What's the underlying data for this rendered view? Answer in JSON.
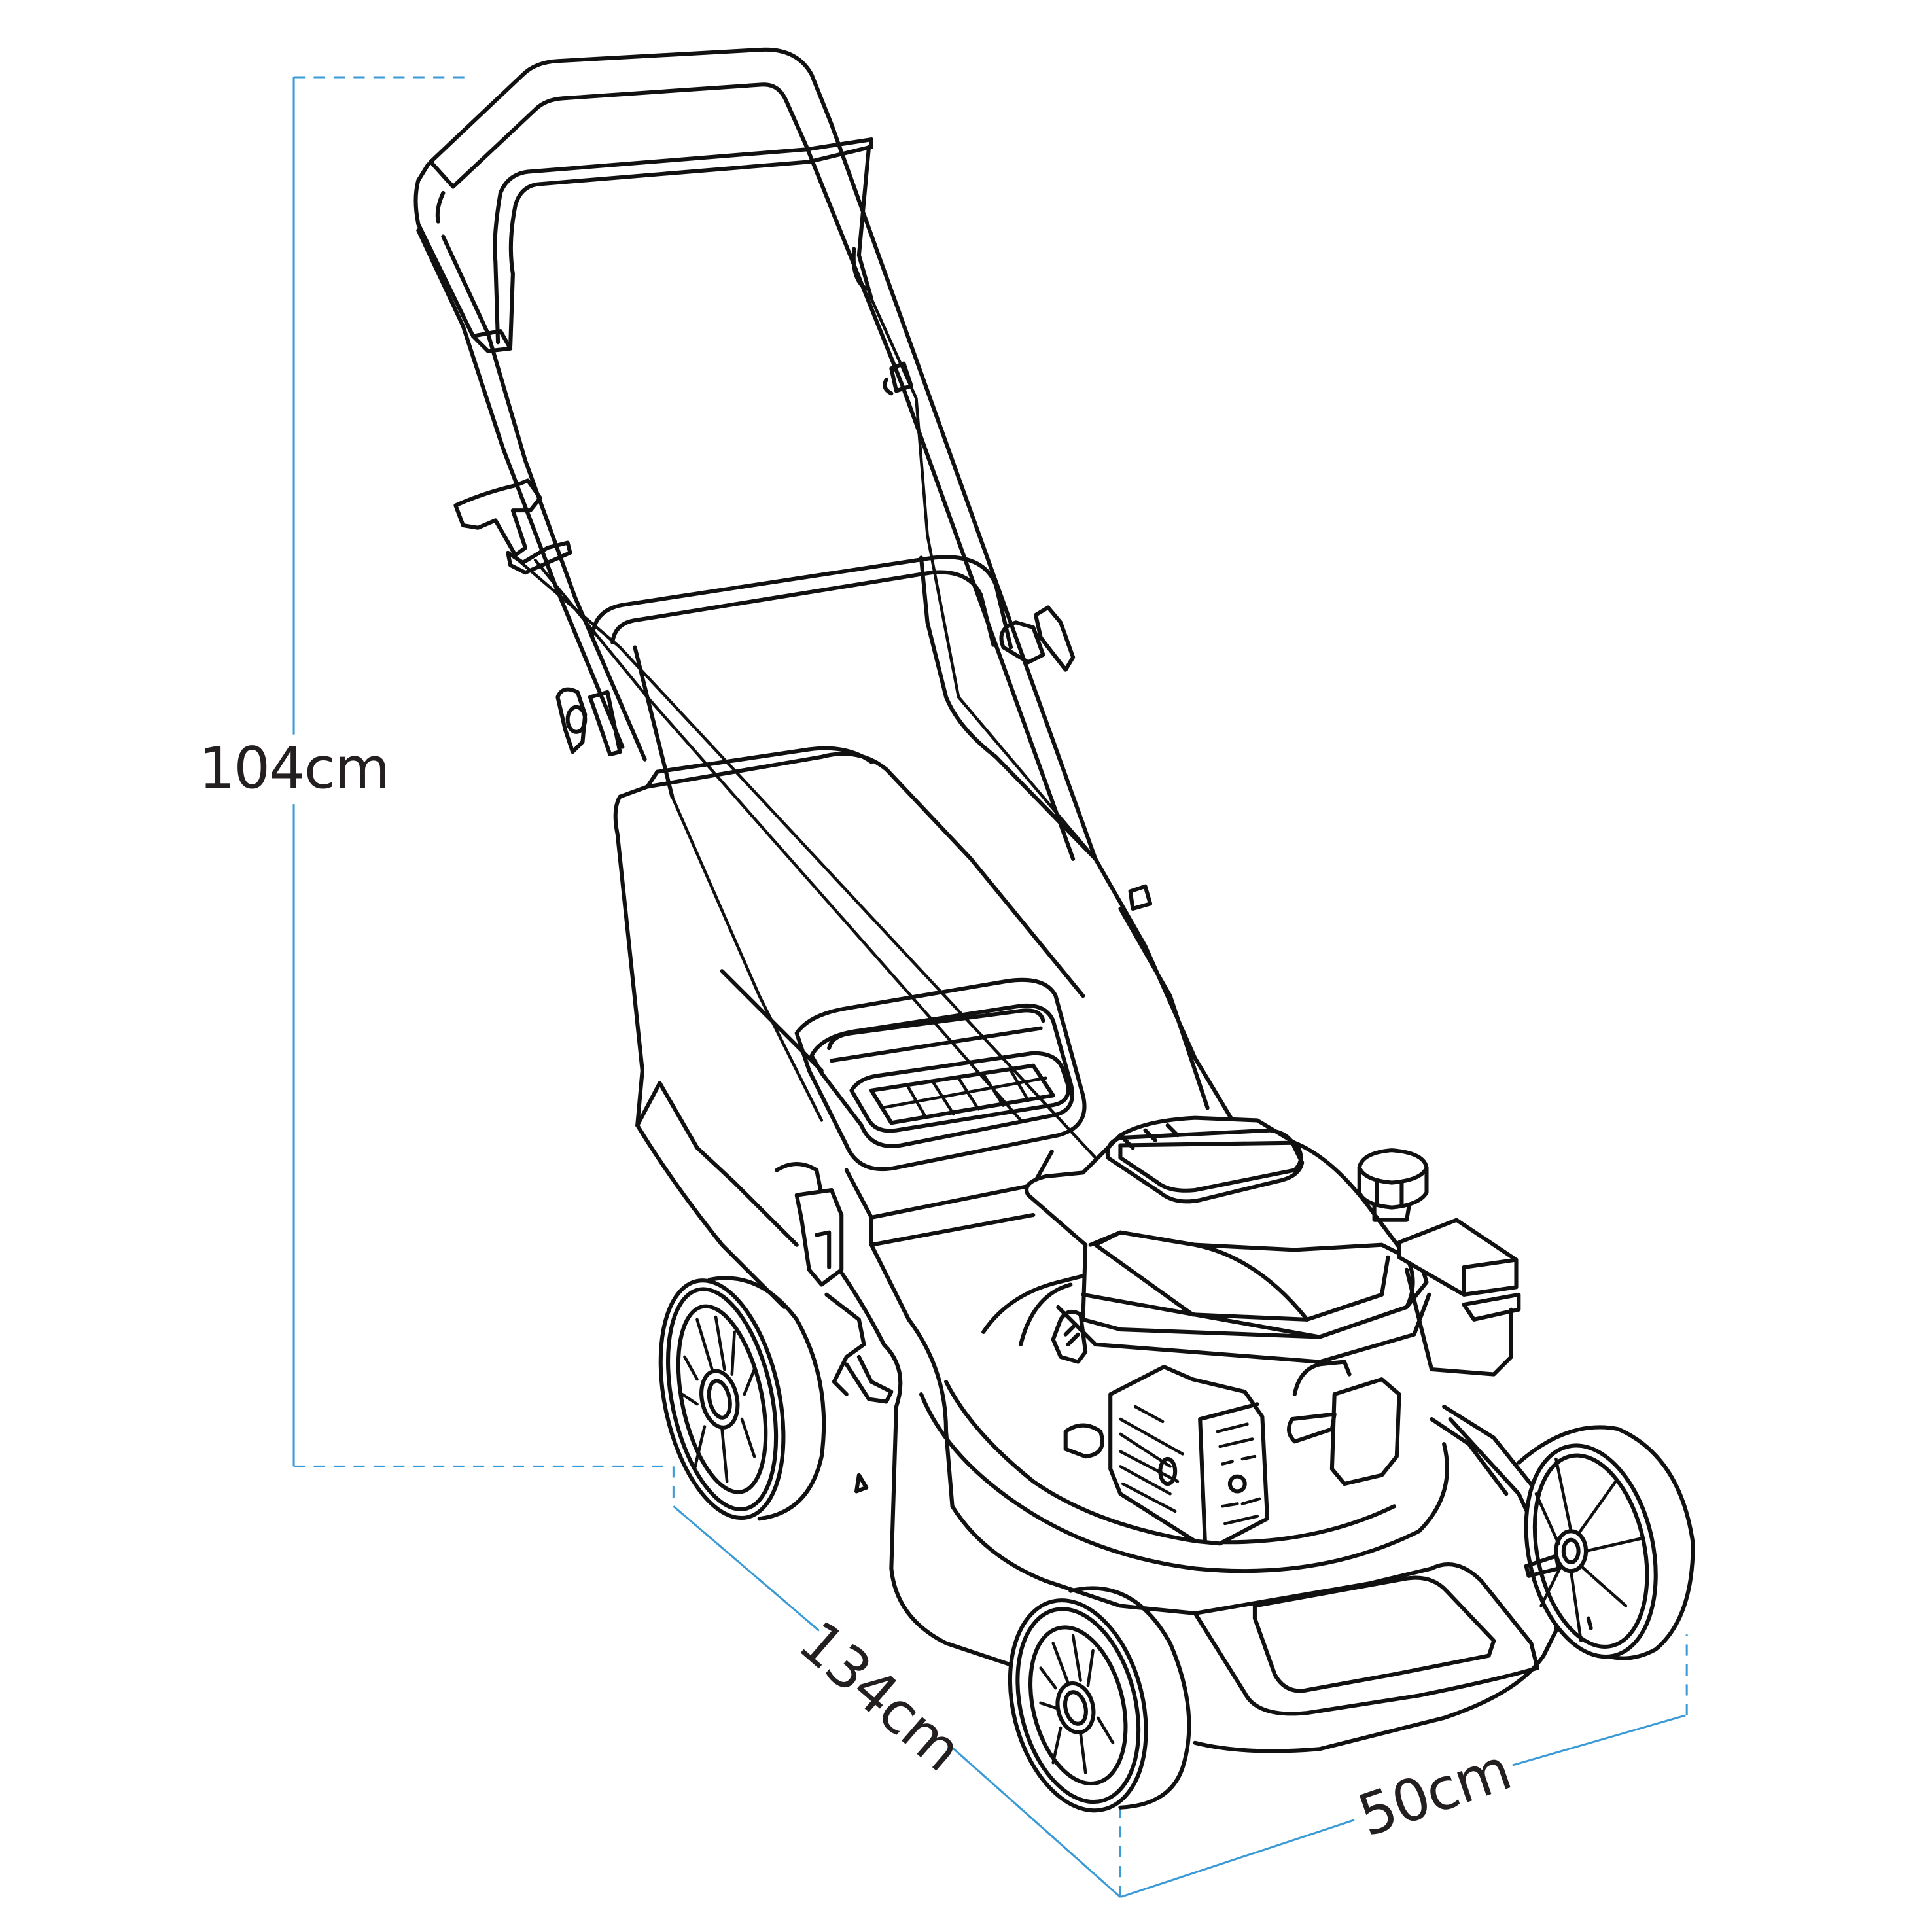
{
  "figure": {
    "subject": "Petrol self-propelled lawn mower with grass collection bag",
    "style": "black line-art illustration with blue dimension lines",
    "colors": {
      "line_art": "#111111",
      "dimension_lines": "#3a9ad6",
      "label_text": "#231f20",
      "background": "#ffffff"
    }
  },
  "dimensions": {
    "height": {
      "label": "104cm",
      "value": 104,
      "unit": "cm",
      "axis": "vertical"
    },
    "length": {
      "label": "134cm",
      "value": 134,
      "unit": "cm",
      "axis": "depth"
    },
    "width": {
      "label": "50cm",
      "value": 50,
      "unit": "cm",
      "axis": "width"
    }
  },
  "parts": [
    "handle-bar",
    "control-bail",
    "lower-handle-frame",
    "height-adjust-knobs",
    "grass-collection-bag",
    "bag-vent-grille",
    "engine-cover",
    "fuel-cap",
    "air-filter",
    "recoil-start-housing",
    "spark-plug",
    "mower-deck",
    "front-wheel-left",
    "rear-wheel-left",
    "rear-wheel-right"
  ]
}
